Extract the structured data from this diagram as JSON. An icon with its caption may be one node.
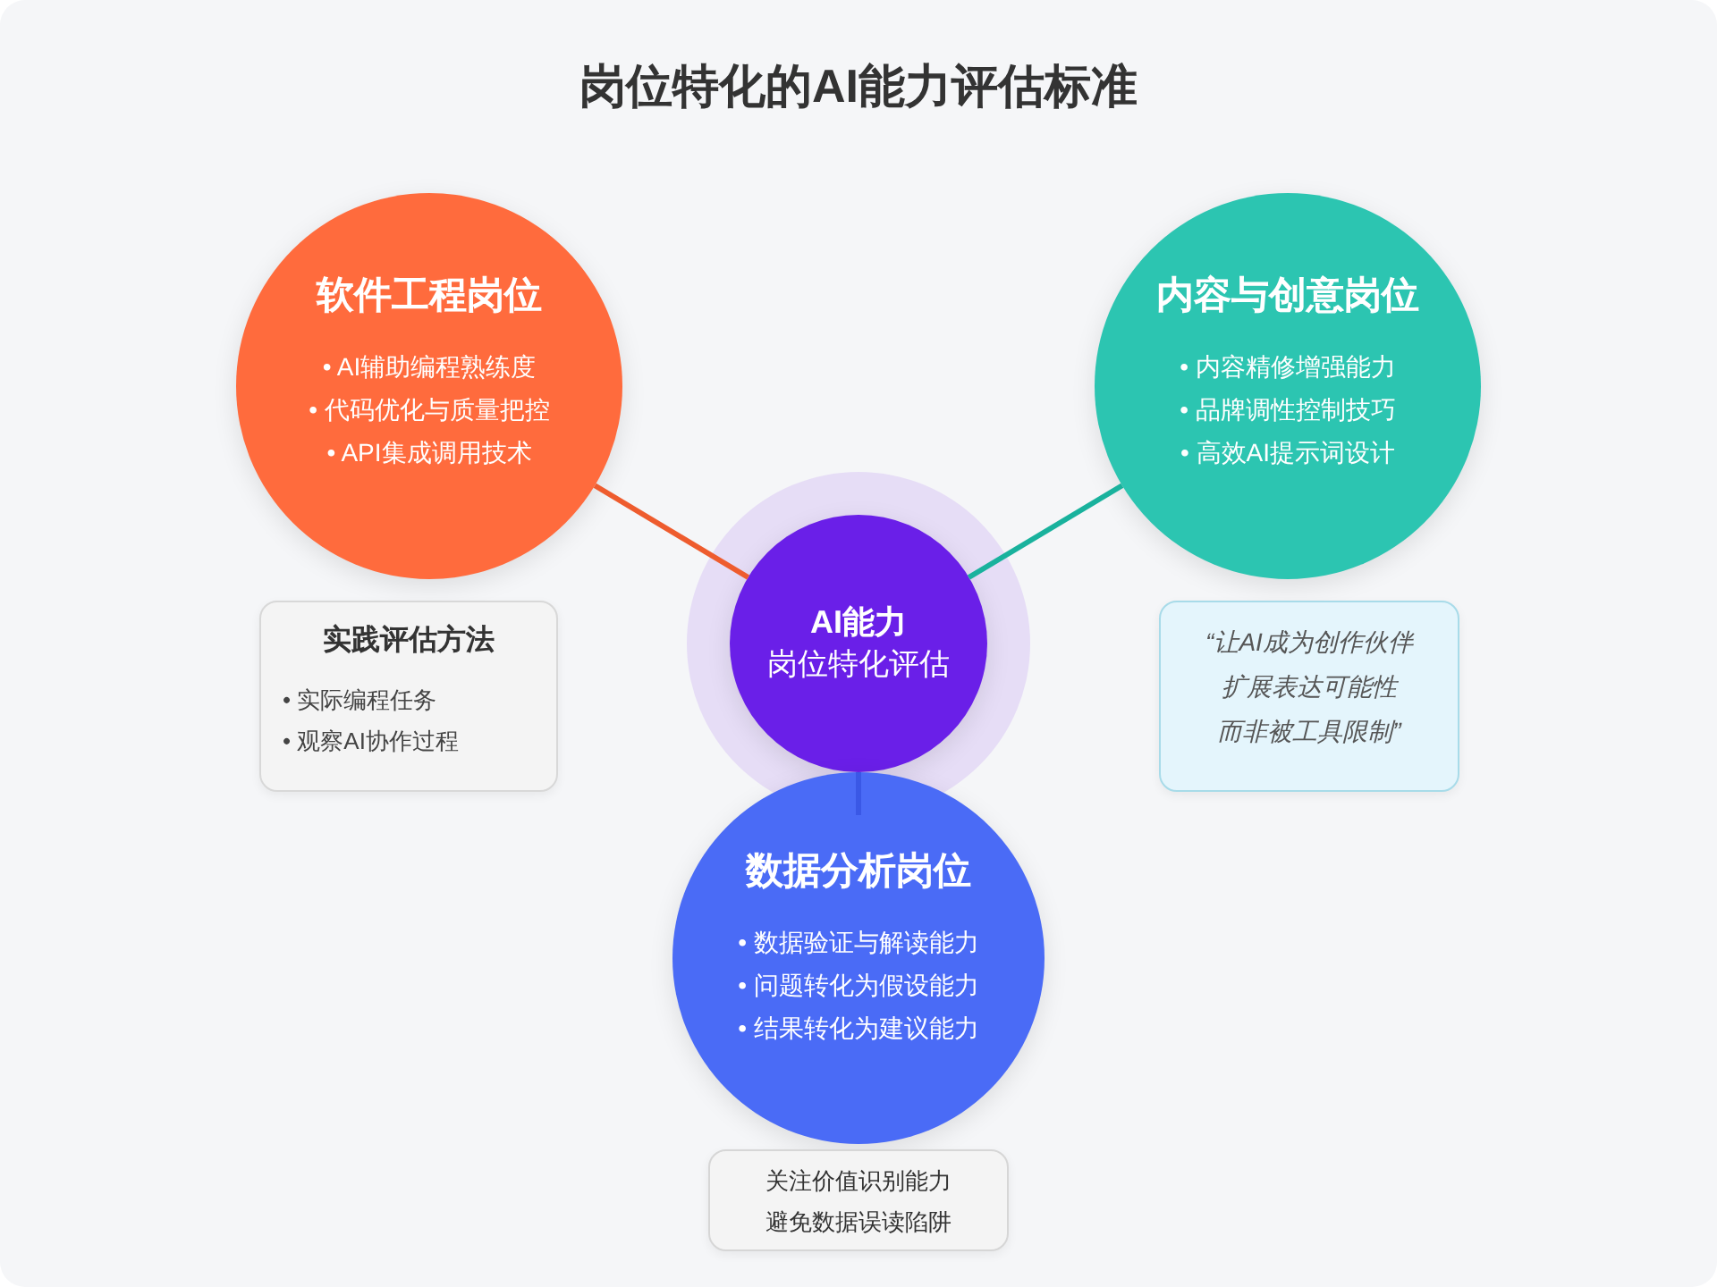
{
  "diagram": {
    "title": "岗位特化的AI能力评估标准",
    "nodes": [
      {
        "text": [
          "软件工程岗位",
          "• AI辅助编程熟练度",
          "• 代码优化与质量把控",
          "• API集成调用技术"
        ]
      },
      {
        "text": [
          "内容与创意岗位",
          "• 内容精修增强能力",
          "• 品牌调性控制技巧",
          "• 高效AI提示词设计"
        ]
      },
      {
        "text": [
          "实践评估方法",
          "• 实际编程任务",
          "• 观察AI协作过程"
        ]
      },
      {
        "text": [
          "AI能力",
          "岗位特化评估"
        ]
      },
      {
        "text": [
          "“让AI成为创作伙伴",
          "扩展表达可能性",
          "而非被工具限制”"
        ]
      },
      {
        "text": [
          "数据分析岗位",
          "• 数据验证与解读能力",
          "• 问题转化为假设能力",
          "• 结果转化为建议能力"
        ]
      },
      {
        "text": [
          "关注价值识别能力",
          "避免数据误读陷阱"
        ]
      }
    ],
    "edges": [
      {
        "from": 3,
        "to": 0,
        "arrow": "none",
        "color": "#ee5c2e"
      },
      {
        "from": 3,
        "to": 1,
        "arrow": "none",
        "color": "#19b29d"
      },
      {
        "from": 3,
        "to": 5,
        "arrow": "none",
        "color": "#3a58e6"
      }
    ]
  }
}
